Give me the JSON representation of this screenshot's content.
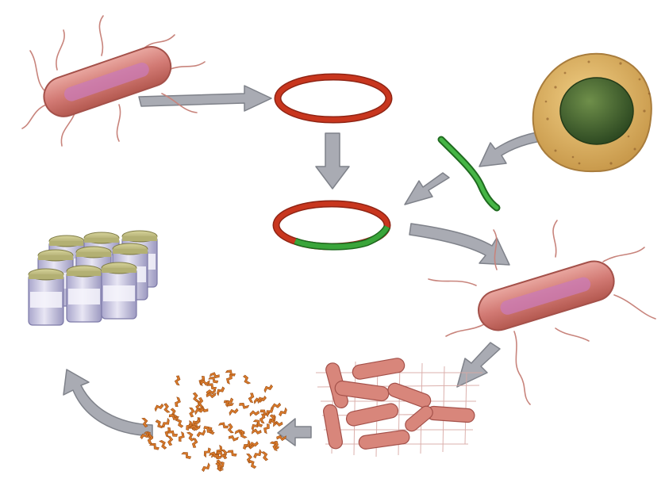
{
  "figure": {
    "steps": [
      {
        "id": "donor-bacterium",
        "icon": "bacterium-icon"
      },
      {
        "id": "plasmid",
        "icon": "plasmid-icon"
      },
      {
        "id": "human-cell",
        "icon": "cell-nucleus-icon"
      },
      {
        "id": "gene-fragment",
        "icon": "dna-fragment-icon"
      },
      {
        "id": "recombinant-plasmid",
        "icon": "plasmid-icon"
      },
      {
        "id": "host-bacterium",
        "icon": "bacterium-icon"
      },
      {
        "id": "bacterial-culture",
        "icon": "bacteria-colony-icon"
      },
      {
        "id": "protein-product",
        "icon": "protein-icon"
      },
      {
        "id": "medicine-vials",
        "icon": "vial-icon"
      }
    ],
    "colors": {
      "background": "#ffffff",
      "arrow": "#a9abb3",
      "arrow_edge": "#7f828a",
      "plasmid": "#c8361e",
      "insert_gene": "#3aa53a",
      "bacterium": "#d27a74",
      "bacterium_inner": "#c97bb8",
      "cell": "#ddb56a",
      "nucleus": "#3d5a2a",
      "protein": "#d97a2b",
      "vial_cap": "#b8b577",
      "vial_body": "#c9c6df"
    }
  }
}
